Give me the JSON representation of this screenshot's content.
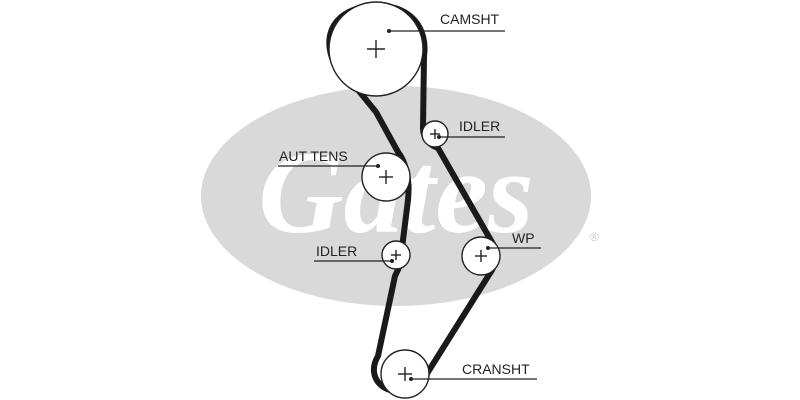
{
  "watermark": {
    "brand": "Gates",
    "mark": "®",
    "color": "#d9d9d9"
  },
  "diagram": {
    "belt_color": "#1a1a1a",
    "labels": {
      "camshaft": "CAMSHT",
      "idler_top": "IDLER",
      "auto_tensioner": "AUT TENS",
      "idler_bottom": "IDLER",
      "water_pump": "WP",
      "crankshaft": "CRANSHT"
    }
  }
}
